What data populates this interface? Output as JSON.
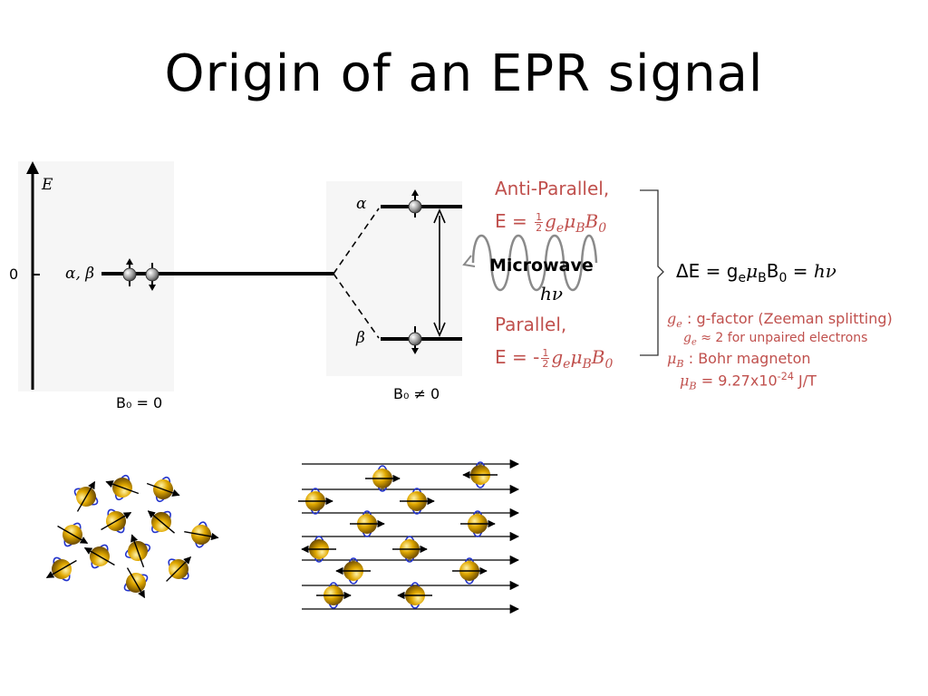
{
  "slide": {
    "title": "Origin of an EPR signal"
  },
  "energy_diagram": {
    "y_axis_label": "E",
    "zero_label": "0",
    "degenerate_label": "α, β",
    "alpha_label": "α",
    "beta_label": "β",
    "b0_zero_label": "B₀ = 0",
    "b0_nonzero_label": "B₀ ≠ 0"
  },
  "microwave": {
    "label": "Microwave",
    "symbol": "hν"
  },
  "anti_parallel": {
    "label": "Anti-Parallel,",
    "eq_lhs": "E = ",
    "frac_num": "1",
    "frac_den": "2",
    "eq_rhs": "g",
    "g_sub": "e",
    "mu": "μ",
    "mu_sub": "B",
    "b": "B",
    "b_sub": "0"
  },
  "parallel": {
    "label": "Parallel,",
    "eq_lhs": "E = -",
    "frac_num": "1",
    "frac_den": "2",
    "eq_rhs": "g",
    "g_sub": "e",
    "mu": "μ",
    "mu_sub": "B",
    "b": "B",
    "b_sub": "0"
  },
  "delta_e": {
    "lhs": "ΔE = g",
    "g_sub": "e",
    "mu": "μ",
    "mu_sub": "B",
    "b": "B",
    "b_sub": "0",
    "eq": " = ",
    "hv": "hν"
  },
  "definitions": {
    "ge_symbol": "g",
    "ge_sub": "e",
    "ge_desc": " : g-factor (Zeeman splitting)",
    "ge_approx_symbol": "g",
    "ge_approx_sub": "e",
    "ge_approx_desc": " ≈ 2 for unpaired electrons",
    "mub_symbol": "μ",
    "mub_sub": "B",
    "mub_desc": " : Bohr magneton",
    "mub_val_symbol": "μ",
    "mub_val_sub": "B",
    "mub_val_desc": " = 9.27x10",
    "mub_val_exp": "-24",
    "mub_val_unit": " J/T"
  },
  "colors": {
    "red_text": "#c0504d",
    "sphere": "#d9a400",
    "orbit": "#2233cc"
  }
}
